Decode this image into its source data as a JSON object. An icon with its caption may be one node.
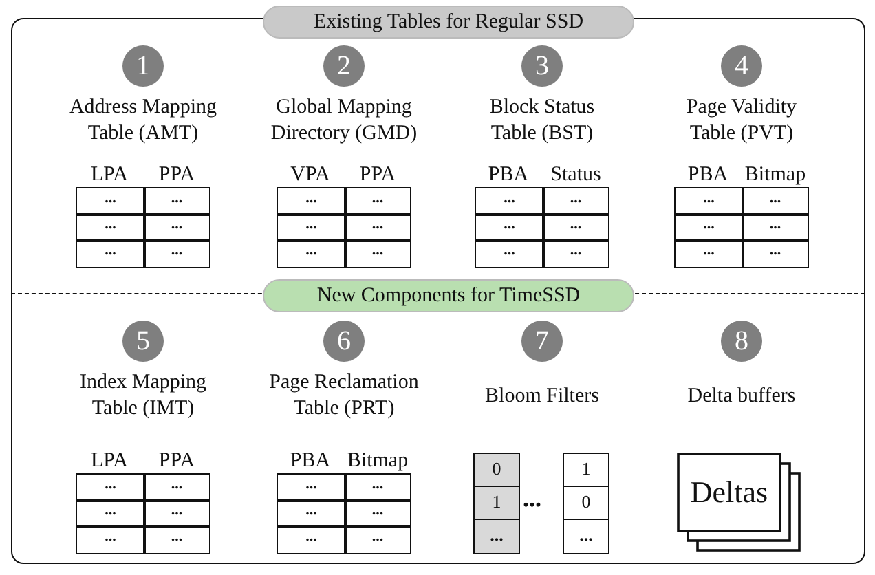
{
  "diagram": {
    "nodes": [
      {
        "text": [
          "Existing Tables for Regular SSD"
        ]
      },
      {
        "text": [
          "1",
          "Address Mapping Table (AMT)"
        ],
        "in": 0
      },
      {
        "text": [
          "LPA",
          "PPA",
          "...",
          "...",
          "...",
          "...",
          "...",
          "..."
        ],
        "in": 0
      },
      {
        "text": [
          "2",
          "Global Mapping Directory (GMD)"
        ],
        "in": 0
      },
      {
        "text": [
          "VPA",
          "PPA",
          "...",
          "...",
          "...",
          "...",
          "...",
          "..."
        ],
        "in": 0
      },
      {
        "text": [
          "3",
          "Block Status Table (BST)"
        ],
        "in": 0
      },
      {
        "text": [
          "PBA",
          "Status",
          "...",
          "...",
          "...",
          "...",
          "...",
          "..."
        ],
        "in": 0
      },
      {
        "text": [
          "4",
          "Page Validity Table (PVT)"
        ],
        "in": 0
      },
      {
        "text": [
          "PBA",
          "Bitmap",
          "...",
          "...",
          "...",
          "...",
          "...",
          "..."
        ],
        "in": 0
      },
      {
        "text": [
          "New Components for TimeSSD"
        ]
      },
      {
        "text": [
          "5",
          "Index Mapping Table (IMT)"
        ],
        "in": 9
      },
      {
        "text": [
          "LPA",
          "PPA",
          "...",
          "...",
          "...",
          "...",
          "...",
          "..."
        ],
        "in": 9
      },
      {
        "text": [
          "6",
          "Page Reclamation Table (PRT)"
        ],
        "in": 9
      },
      {
        "text": [
          "PBA",
          "Bitmap",
          "...",
          "...",
          "...",
          "...",
          "...",
          "..."
        ],
        "in": 9
      },
      {
        "text": [
          "7",
          "Bloom Filters"
        ],
        "in": 9
      },
      {
        "text": [
          "0",
          "1",
          "..."
        ],
        "in": 9
      },
      {
        "text": [
          "1",
          "0",
          "..."
        ],
        "in": 9
      },
      {
        "text": [
          "8",
          "Delta buffers"
        ],
        "in": 9
      },
      {
        "text": [
          "Deltas"
        ],
        "in": 9
      }
    ],
    "labels": [
      "..."
    ]
  }
}
